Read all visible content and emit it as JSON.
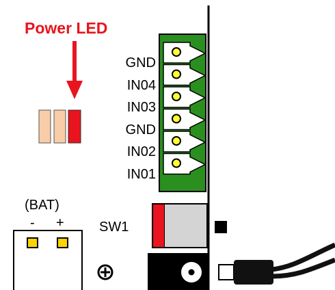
{
  "title": "Power LED",
  "pins": [
    "GND",
    "IN04",
    "IN03",
    "GND",
    "IN02",
    "IN01"
  ],
  "battery": {
    "label": "(BAT)",
    "minus": "-",
    "plus": "+"
  },
  "switch": {
    "label": "SW1"
  },
  "colors": {
    "accent": "#e8141e",
    "led_off": "#f8cda8",
    "terminal_green": "#2a8f1e",
    "terminal_hole": "#ffff33",
    "pad": "#ffd200",
    "switch_body": "#d4d4d4",
    "cable": "#111111"
  },
  "icons": [
    "down-arrow-icon",
    "mounting-hole-icon"
  ]
}
